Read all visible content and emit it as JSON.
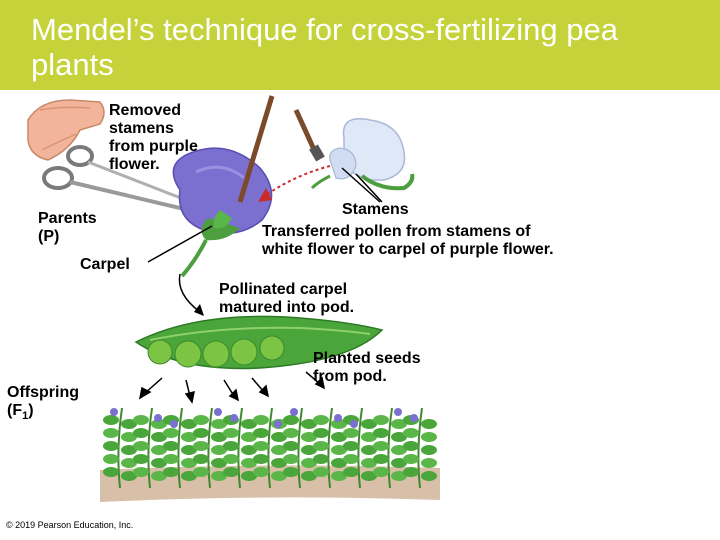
{
  "slide": {
    "title": "Mendel’s technique for cross-fertilizing pea plants"
  },
  "labels": {
    "removed_stamens": "Removed stamens from purple flower.",
    "parents": "Parents (P)",
    "carpel": "Carpel",
    "stamens": "Stamens",
    "transferred_pollen": "Transferred pollen from stamens of white flower to carpel of purple flower.",
    "pollinated_carpel": "Pollinated carpel matured into pod.",
    "planted_seeds": "Planted seeds from pod.",
    "offspring": "Offspring",
    "offspring_symbol": "(F",
    "offspring_sub": "1",
    "offspring_close": ")"
  },
  "footer": {
    "copyright": "© 2019 Pearson Education, Inc."
  },
  "colors": {
    "title_bar": "#c6d23a",
    "title_text": "#ffffff",
    "purple_flower": "#7b6fd0",
    "white_flower": "#dfe8f7",
    "pea_pod": "#4aa53a",
    "peas": "#7cc443",
    "pollen_arrow": "#cc2a2a",
    "soil": "#caa98b"
  }
}
